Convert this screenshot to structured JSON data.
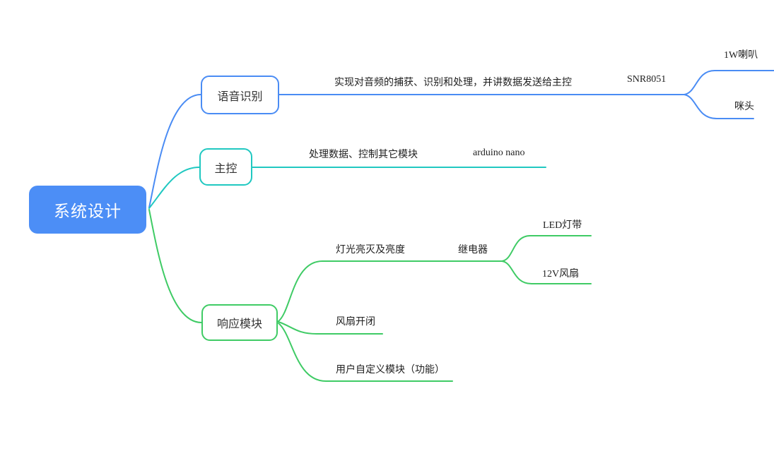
{
  "colors": {
    "branch_blue": "#4a8cf4",
    "branch_teal": "#20c8c1",
    "branch_green": "#3fcb65",
    "root_fill": "#4c8ef6",
    "node_text": "#333333",
    "label_text": "#1f1f1f"
  },
  "mindmap": {
    "root": {
      "label": "系统设计"
    },
    "voice": {
      "node": "语音识别",
      "desc": "实现对音频的捕获、识别和处理，并讲数据发送给主控",
      "chip": "SNR8051",
      "speaker": "1W喇叭",
      "mic": "咪头"
    },
    "mcu": {
      "node": "主控",
      "desc": "处理数据、控制其它模块",
      "board": "arduino nano"
    },
    "response": {
      "node": "响应模块",
      "light_desc": "灯光亮灭及亮度",
      "relay": "继电器",
      "led": "LED灯带",
      "fan": "12V风扇",
      "fan_switch": "风扇开闭",
      "custom": "用户自定义模块（功能）"
    }
  }
}
